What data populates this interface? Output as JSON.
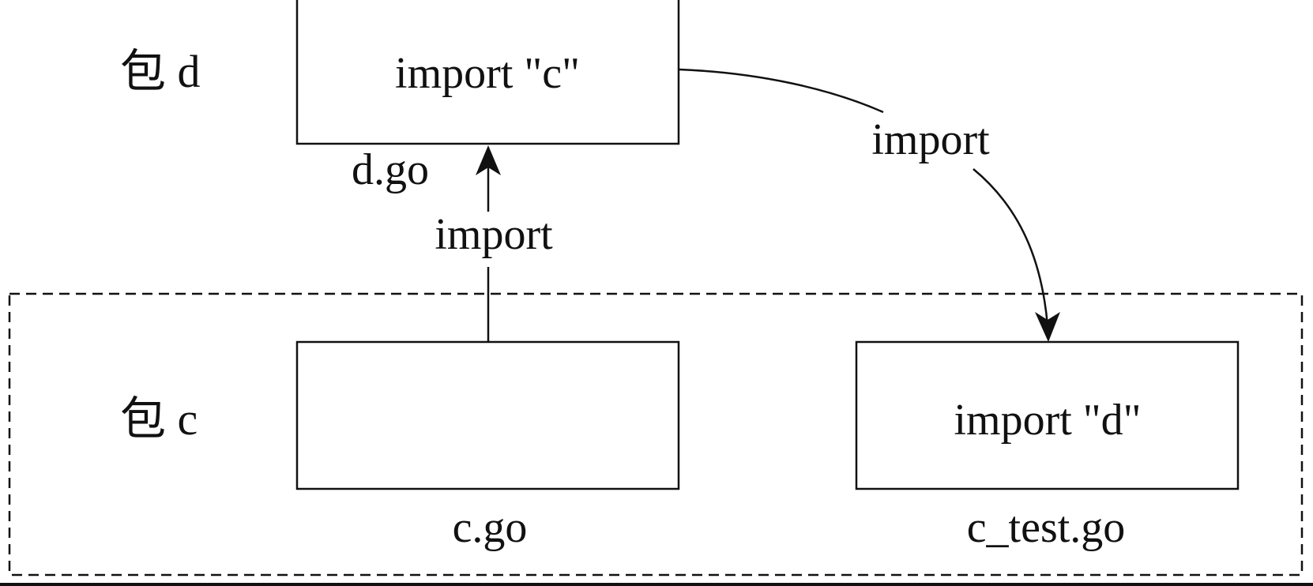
{
  "packages": {
    "d": {
      "label": "包 d"
    },
    "c": {
      "label": "包 c"
    }
  },
  "files": {
    "d_go": {
      "name": "d.go",
      "content": "import \"c\""
    },
    "c_go": {
      "name": "c.go",
      "content": ""
    },
    "c_test_go": {
      "name": "c_test.go",
      "content": "import \"d\""
    }
  },
  "edges": {
    "c_to_d": {
      "label": "import"
    },
    "d_to_c_test": {
      "label": "import"
    }
  }
}
